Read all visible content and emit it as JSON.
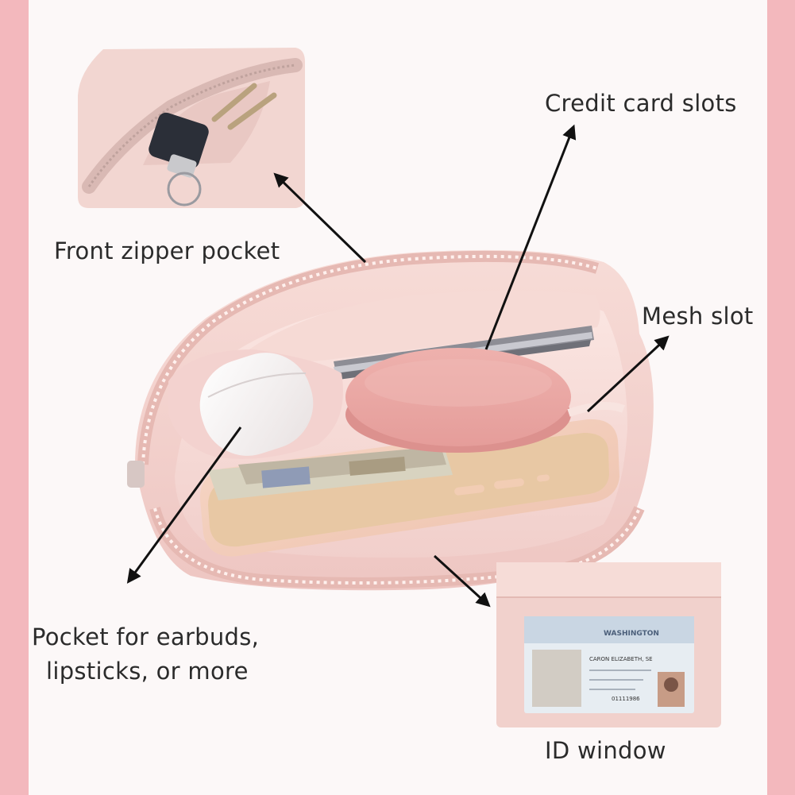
{
  "callouts": {
    "front_zipper_pocket": "Front zipper pocket",
    "credit_card_slots": "Credit card slots",
    "mesh_slot": "Mesh slot",
    "pocket_line1": "Pocket for earbuds,",
    "pocket_line2": "lipsticks, or more",
    "id_window": "ID window"
  },
  "id_card": {
    "state": "WASHINGTON",
    "name": "CARON ELIZABETH, SE",
    "number": "01111986"
  },
  "colors": {
    "border": "#f3b8bd",
    "background": "#fcf8f8",
    "pouch_pink": "#f3d2cf",
    "text": "#2b2b2b"
  }
}
